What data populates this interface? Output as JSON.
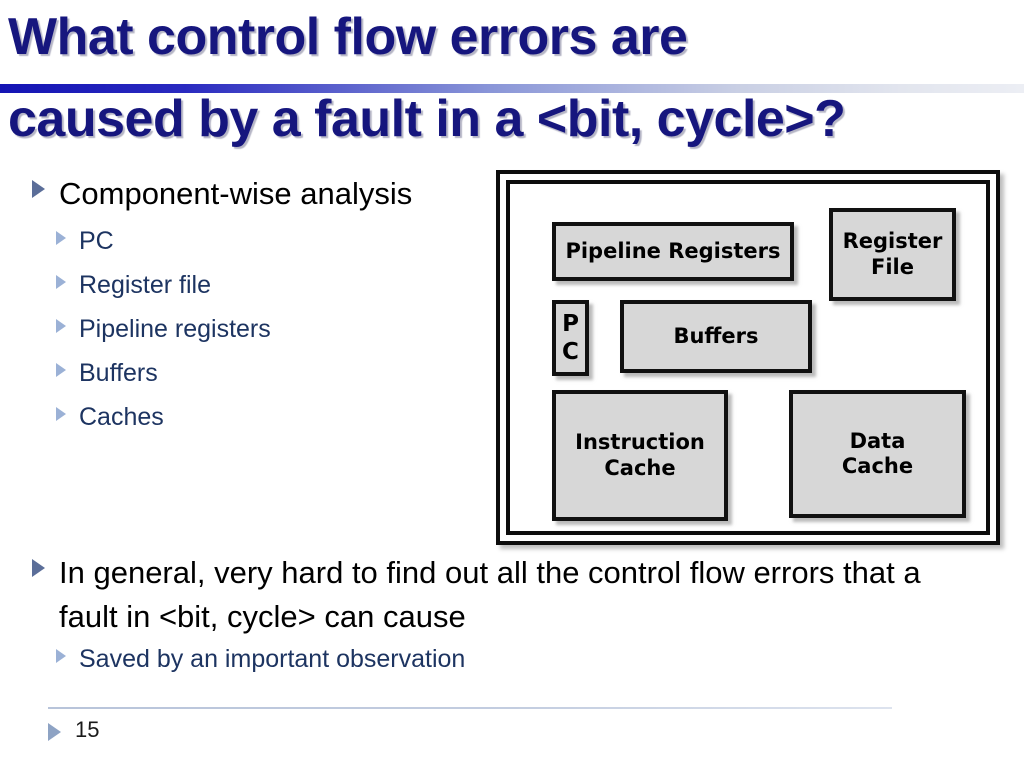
{
  "slide": {
    "title_line1": "What control flow errors are",
    "title_line2": "caused by a fault in a <bit, cycle>?",
    "title_color": "#16167e",
    "page_number": "15"
  },
  "content": {
    "main_bullet_1": "Component-wise analysis",
    "sub_bullets": [
      "PC",
      "Register file",
      "Pipeline registers",
      "Buffers",
      "Caches"
    ],
    "main_bullet_2": "In general, very hard to find out all the control flow errors that a fault in <bit, cycle> can cause",
    "sub_bullet_2": "Saved by an important observation"
  },
  "diagram": {
    "name": "processor-component-diagram",
    "box_fill": "#d7d7d7",
    "box_border": "#111111",
    "boxes": [
      {
        "id": "pipeline-registers",
        "label": "Pipeline Registers"
      },
      {
        "id": "register-file",
        "label": "Register\nFile"
      },
      {
        "id": "pc",
        "label": "P\nC"
      },
      {
        "id": "buffers",
        "label": "Buffers"
      },
      {
        "id": "instruction-cache",
        "label": "Instruction\nCache"
      },
      {
        "id": "data-cache",
        "label": "Data\nCache"
      }
    ],
    "box_labels": {
      "pipeline_registers": "Pipeline Registers",
      "register_file_line1": "Register",
      "register_file_line2": "File",
      "pc_line1": "P",
      "pc_line2": "C",
      "buffers": "Buffers",
      "instruction_cache_line1": "Instruction",
      "instruction_cache_line2": "Cache",
      "data_cache_line1": "Data",
      "data_cache_line2": "Cache"
    }
  }
}
